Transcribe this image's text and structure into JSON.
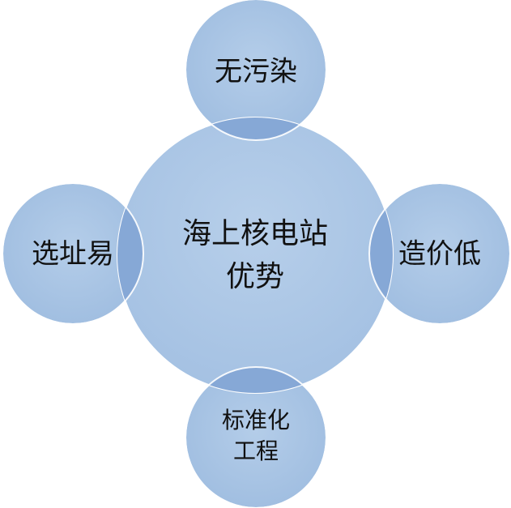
{
  "diagram": {
    "center": {
      "line1": "海上核电站",
      "line2": "优势"
    },
    "top": {
      "label": "无污染"
    },
    "left": {
      "label": "选址易"
    },
    "right": {
      "label": "造价低"
    },
    "bottom": {
      "line1": "标准化",
      "line2": "工程"
    }
  },
  "colors": {
    "circle_fill": "#a9c4e4",
    "circle_stroke": "#ffffff",
    "overlap_fill": "#7fa3d3",
    "text": "#111111"
  }
}
